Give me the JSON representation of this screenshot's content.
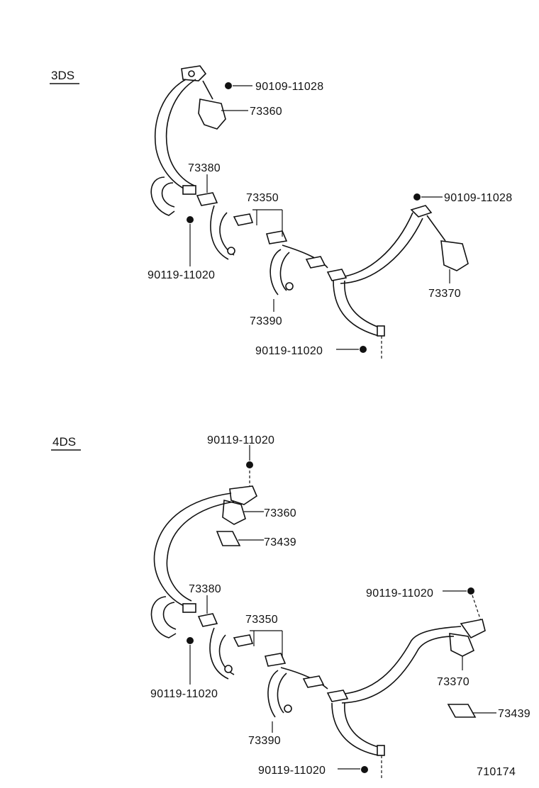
{
  "sections": [
    {
      "heading": "3DS",
      "parts": {
        "bolt_top": "90109-11028",
        "retractor_left": "73360",
        "buckle_left": "73380",
        "buckle_center": "73350",
        "bolt_right": "90109-11028",
        "bolt_left": "90119-11020",
        "retractor_right": "73370",
        "buckle_right": "73390",
        "bolt_bottom": "90119-11020"
      }
    },
    {
      "heading": "4DS",
      "parts": {
        "bolt_top": "90119-11020",
        "retractor_left": "73360",
        "cover_left": "73439",
        "buckle_left": "73380",
        "bolt_right": "90119-11020",
        "buckle_center": "73350",
        "bolt_left": "90119-11020",
        "retractor_right": "73370",
        "buckle_right": "73390",
        "cover_right": "73439",
        "bolt_bottom": "90119-11020"
      }
    }
  ],
  "figure_code": "710174"
}
